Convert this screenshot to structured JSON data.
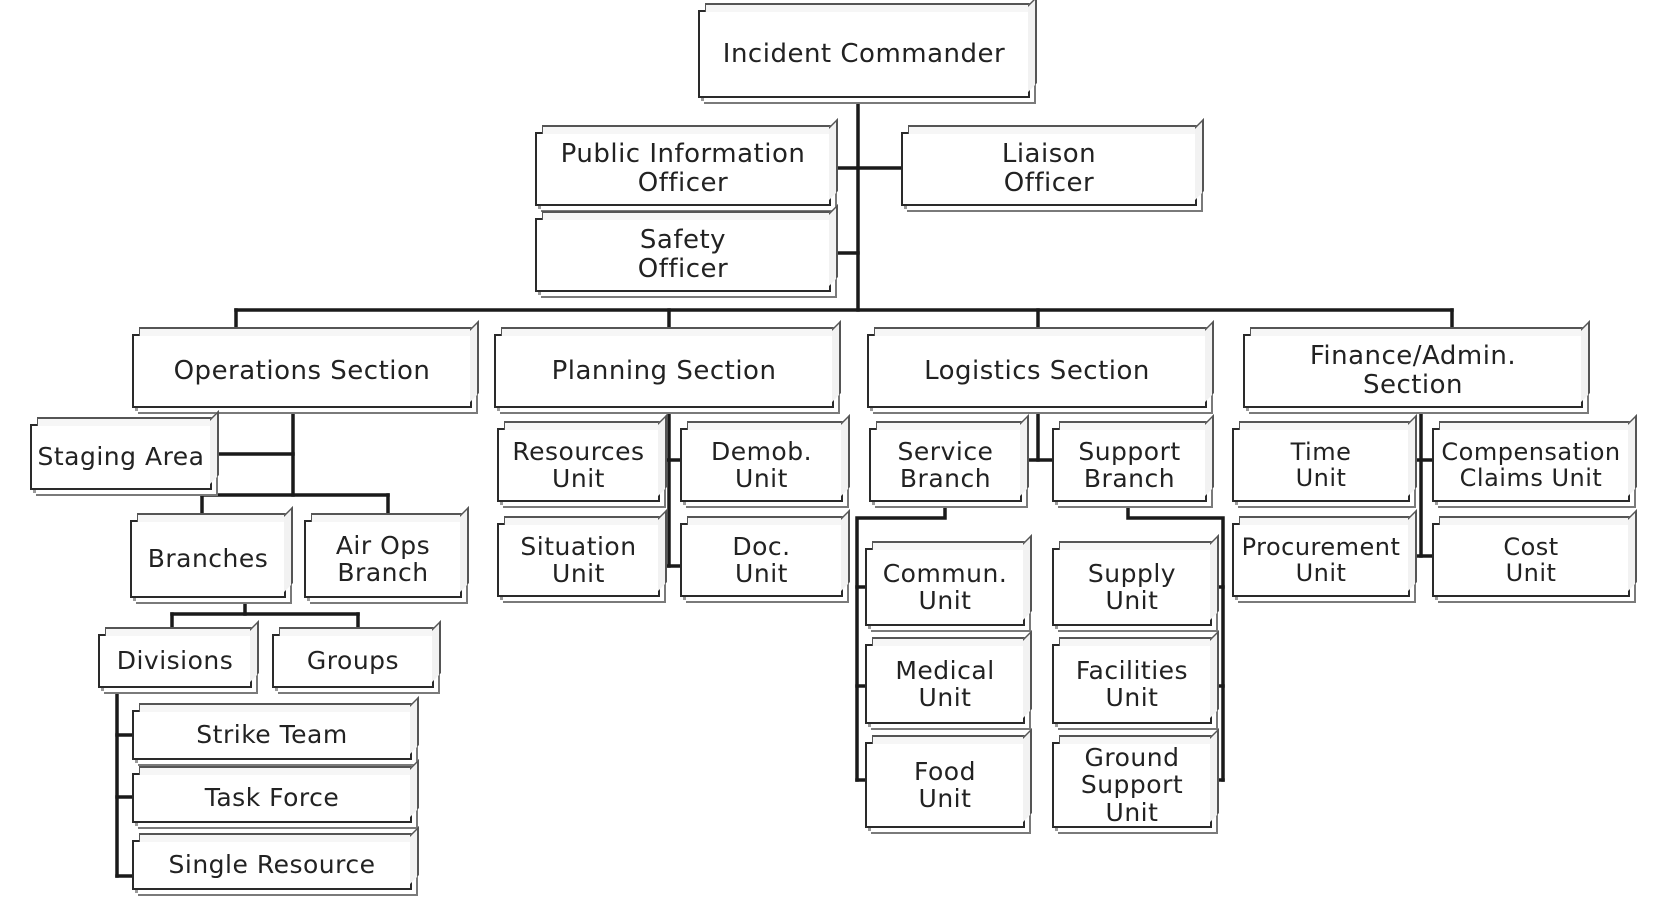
{
  "diagram": {
    "nodes": {
      "incident_commander": "Incident Commander",
      "public_information_officer": "Public Information\nOfficer",
      "liaison_officer": "Liaison\nOfficer",
      "safety_officer": "Safety\nOfficer",
      "operations_section": "Operations Section",
      "planning_section": "Planning Section",
      "logistics_section": "Logistics Section",
      "finance_admin_section": "Finance/Admin.\nSection",
      "staging_area": "Staging Area",
      "branches": "Branches",
      "air_ops_branch": "Air Ops\nBranch",
      "divisions": "Divisions",
      "groups": "Groups",
      "strike_team": "Strike Team",
      "task_force": "Task Force",
      "single_resource": "Single Resource",
      "resources_unit": "Resources\nUnit",
      "demob_unit": "Demob.\nUnit",
      "situation_unit": "Situation\nUnit",
      "doc_unit": "Doc.\nUnit",
      "service_branch": "Service\nBranch",
      "support_branch": "Support\nBranch",
      "commun_unit": "Commun.\nUnit",
      "medical_unit": "Medical\nUnit",
      "food_unit": "Food\nUnit",
      "supply_unit": "Supply\nUnit",
      "facilities_unit": "Facilities\nUnit",
      "ground_support_unit": "Ground\nSupport\nUnit",
      "time_unit": "Time\nUnit",
      "compensation_claims_unit": "Compensation\nClaims Unit",
      "procurement_unit": "Procurement\nUnit",
      "cost_unit": "Cost\nUnit"
    },
    "edges": [
      [
        "incident_commander",
        "public_information_officer"
      ],
      [
        "incident_commander",
        "liaison_officer"
      ],
      [
        "incident_commander",
        "safety_officer"
      ],
      [
        "incident_commander",
        "operations_section"
      ],
      [
        "incident_commander",
        "planning_section"
      ],
      [
        "incident_commander",
        "logistics_section"
      ],
      [
        "incident_commander",
        "finance_admin_section"
      ],
      [
        "operations_section",
        "staging_area"
      ],
      [
        "operations_section",
        "branches"
      ],
      [
        "operations_section",
        "air_ops_branch"
      ],
      [
        "branches",
        "divisions"
      ],
      [
        "branches",
        "groups"
      ],
      [
        "divisions",
        "strike_team"
      ],
      [
        "divisions",
        "task_force"
      ],
      [
        "divisions",
        "single_resource"
      ],
      [
        "planning_section",
        "resources_unit"
      ],
      [
        "planning_section",
        "demob_unit"
      ],
      [
        "planning_section",
        "situation_unit"
      ],
      [
        "planning_section",
        "doc_unit"
      ],
      [
        "logistics_section",
        "service_branch"
      ],
      [
        "logistics_section",
        "support_branch"
      ],
      [
        "service_branch",
        "commun_unit"
      ],
      [
        "service_branch",
        "medical_unit"
      ],
      [
        "service_branch",
        "food_unit"
      ],
      [
        "support_branch",
        "supply_unit"
      ],
      [
        "support_branch",
        "facilities_unit"
      ],
      [
        "support_branch",
        "ground_support_unit"
      ],
      [
        "finance_admin_section",
        "time_unit"
      ],
      [
        "finance_admin_section",
        "compensation_claims_unit"
      ],
      [
        "finance_admin_section",
        "procurement_unit"
      ],
      [
        "finance_admin_section",
        "cost_unit"
      ]
    ],
    "colors": {
      "line": "#1a1a1a",
      "box_border": "#2a2a2a",
      "text": "#222222",
      "background": "#ffffff"
    }
  }
}
